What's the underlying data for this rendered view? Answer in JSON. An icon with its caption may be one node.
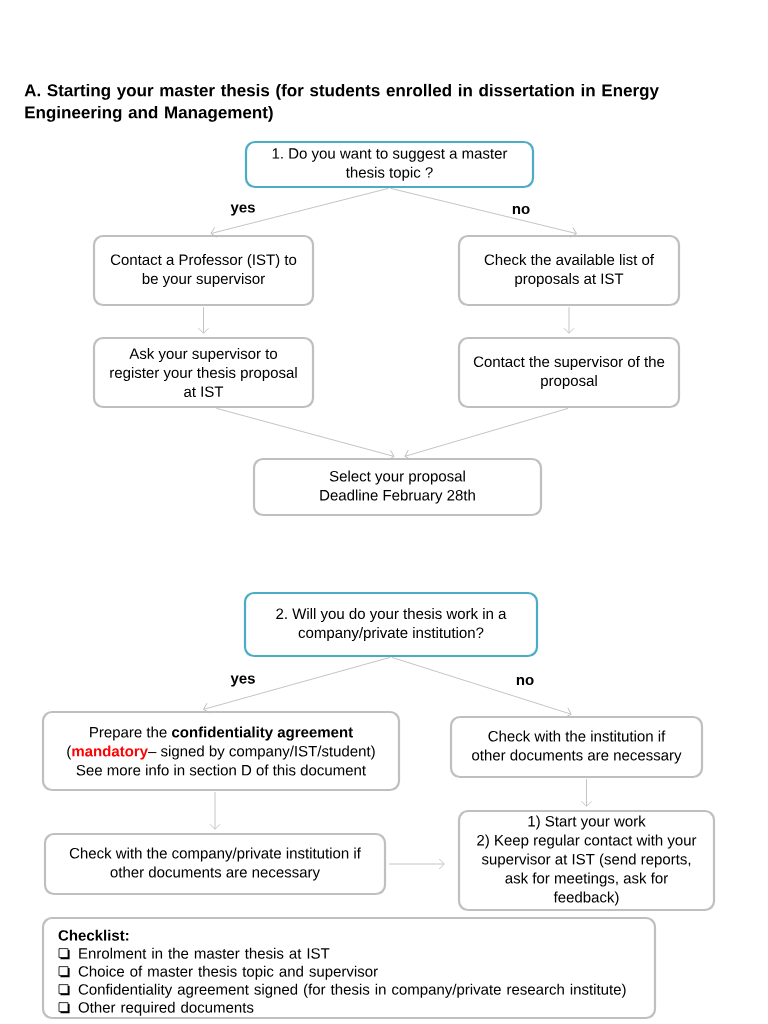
{
  "diagram": {
    "title": "A. Starting your master thesis (for students enrolled in dissertation in Energy Engineering and Management)",
    "nodes": [
      {
        "text": [
          "1. Do you want to suggest a master thesis topic ?"
        ]
      },
      {
        "text": [
          "Contact a Professor (IST) to be your supervisor"
        ]
      },
      {
        "text": [
          "Check the available list of proposals at IST"
        ]
      },
      {
        "text": [
          "Ask your supervisor to register your thesis proposal at IST"
        ]
      },
      {
        "text": [
          "Contact the supervisor of the proposal"
        ]
      },
      {
        "text": [
          "Select your proposal",
          "Deadline February 28th"
        ]
      },
      {
        "text": [
          "2. Will you do your thesis work in a company/private institution?"
        ]
      },
      {
        "text": [
          "Prepare the **confidentiality agreement** (**mandatory**– signed by company/IST/student)",
          "See more info in section D of this document"
        ]
      },
      {
        "text": [
          "Check with the institution if other documents are necessary"
        ]
      },
      {
        "text": [
          "Check with the company/private institution if other documents are necessary"
        ]
      },
      {
        "text": [
          "1) Start your work",
          "2) Keep regular contact with your supervisor at IST (send reports, ask for meetings, ask for feedback)"
        ]
      },
      {
        "text": [
          "Checklist:",
          "Enrolment in the master thesis at IST",
          "Choice of master thesis topic and supervisor",
          "Confidentiality agreement signed (for thesis in company/private research institute)",
          "Other required documents"
        ]
      }
    ],
    "edges": [
      {
        "from": 0,
        "to": 1,
        "arrow": "to",
        "label": "yes"
      },
      {
        "from": 0,
        "to": 2,
        "arrow": "to",
        "label": "no"
      },
      {
        "from": 1,
        "to": 3,
        "arrow": "to"
      },
      {
        "from": 2,
        "to": 4,
        "arrow": "to"
      },
      {
        "from": 3,
        "to": 5,
        "arrow": "to"
      },
      {
        "from": 4,
        "to": 5,
        "arrow": "to"
      },
      {
        "from": 6,
        "to": 7,
        "arrow": "to",
        "label": "yes"
      },
      {
        "from": 6,
        "to": 8,
        "arrow": "to",
        "label": "no"
      },
      {
        "from": 7,
        "to": 9,
        "arrow": "to"
      },
      {
        "from": 8,
        "to": 10,
        "arrow": "to"
      },
      {
        "from": 9,
        "to": 10,
        "arrow": "to"
      }
    ]
  }
}
